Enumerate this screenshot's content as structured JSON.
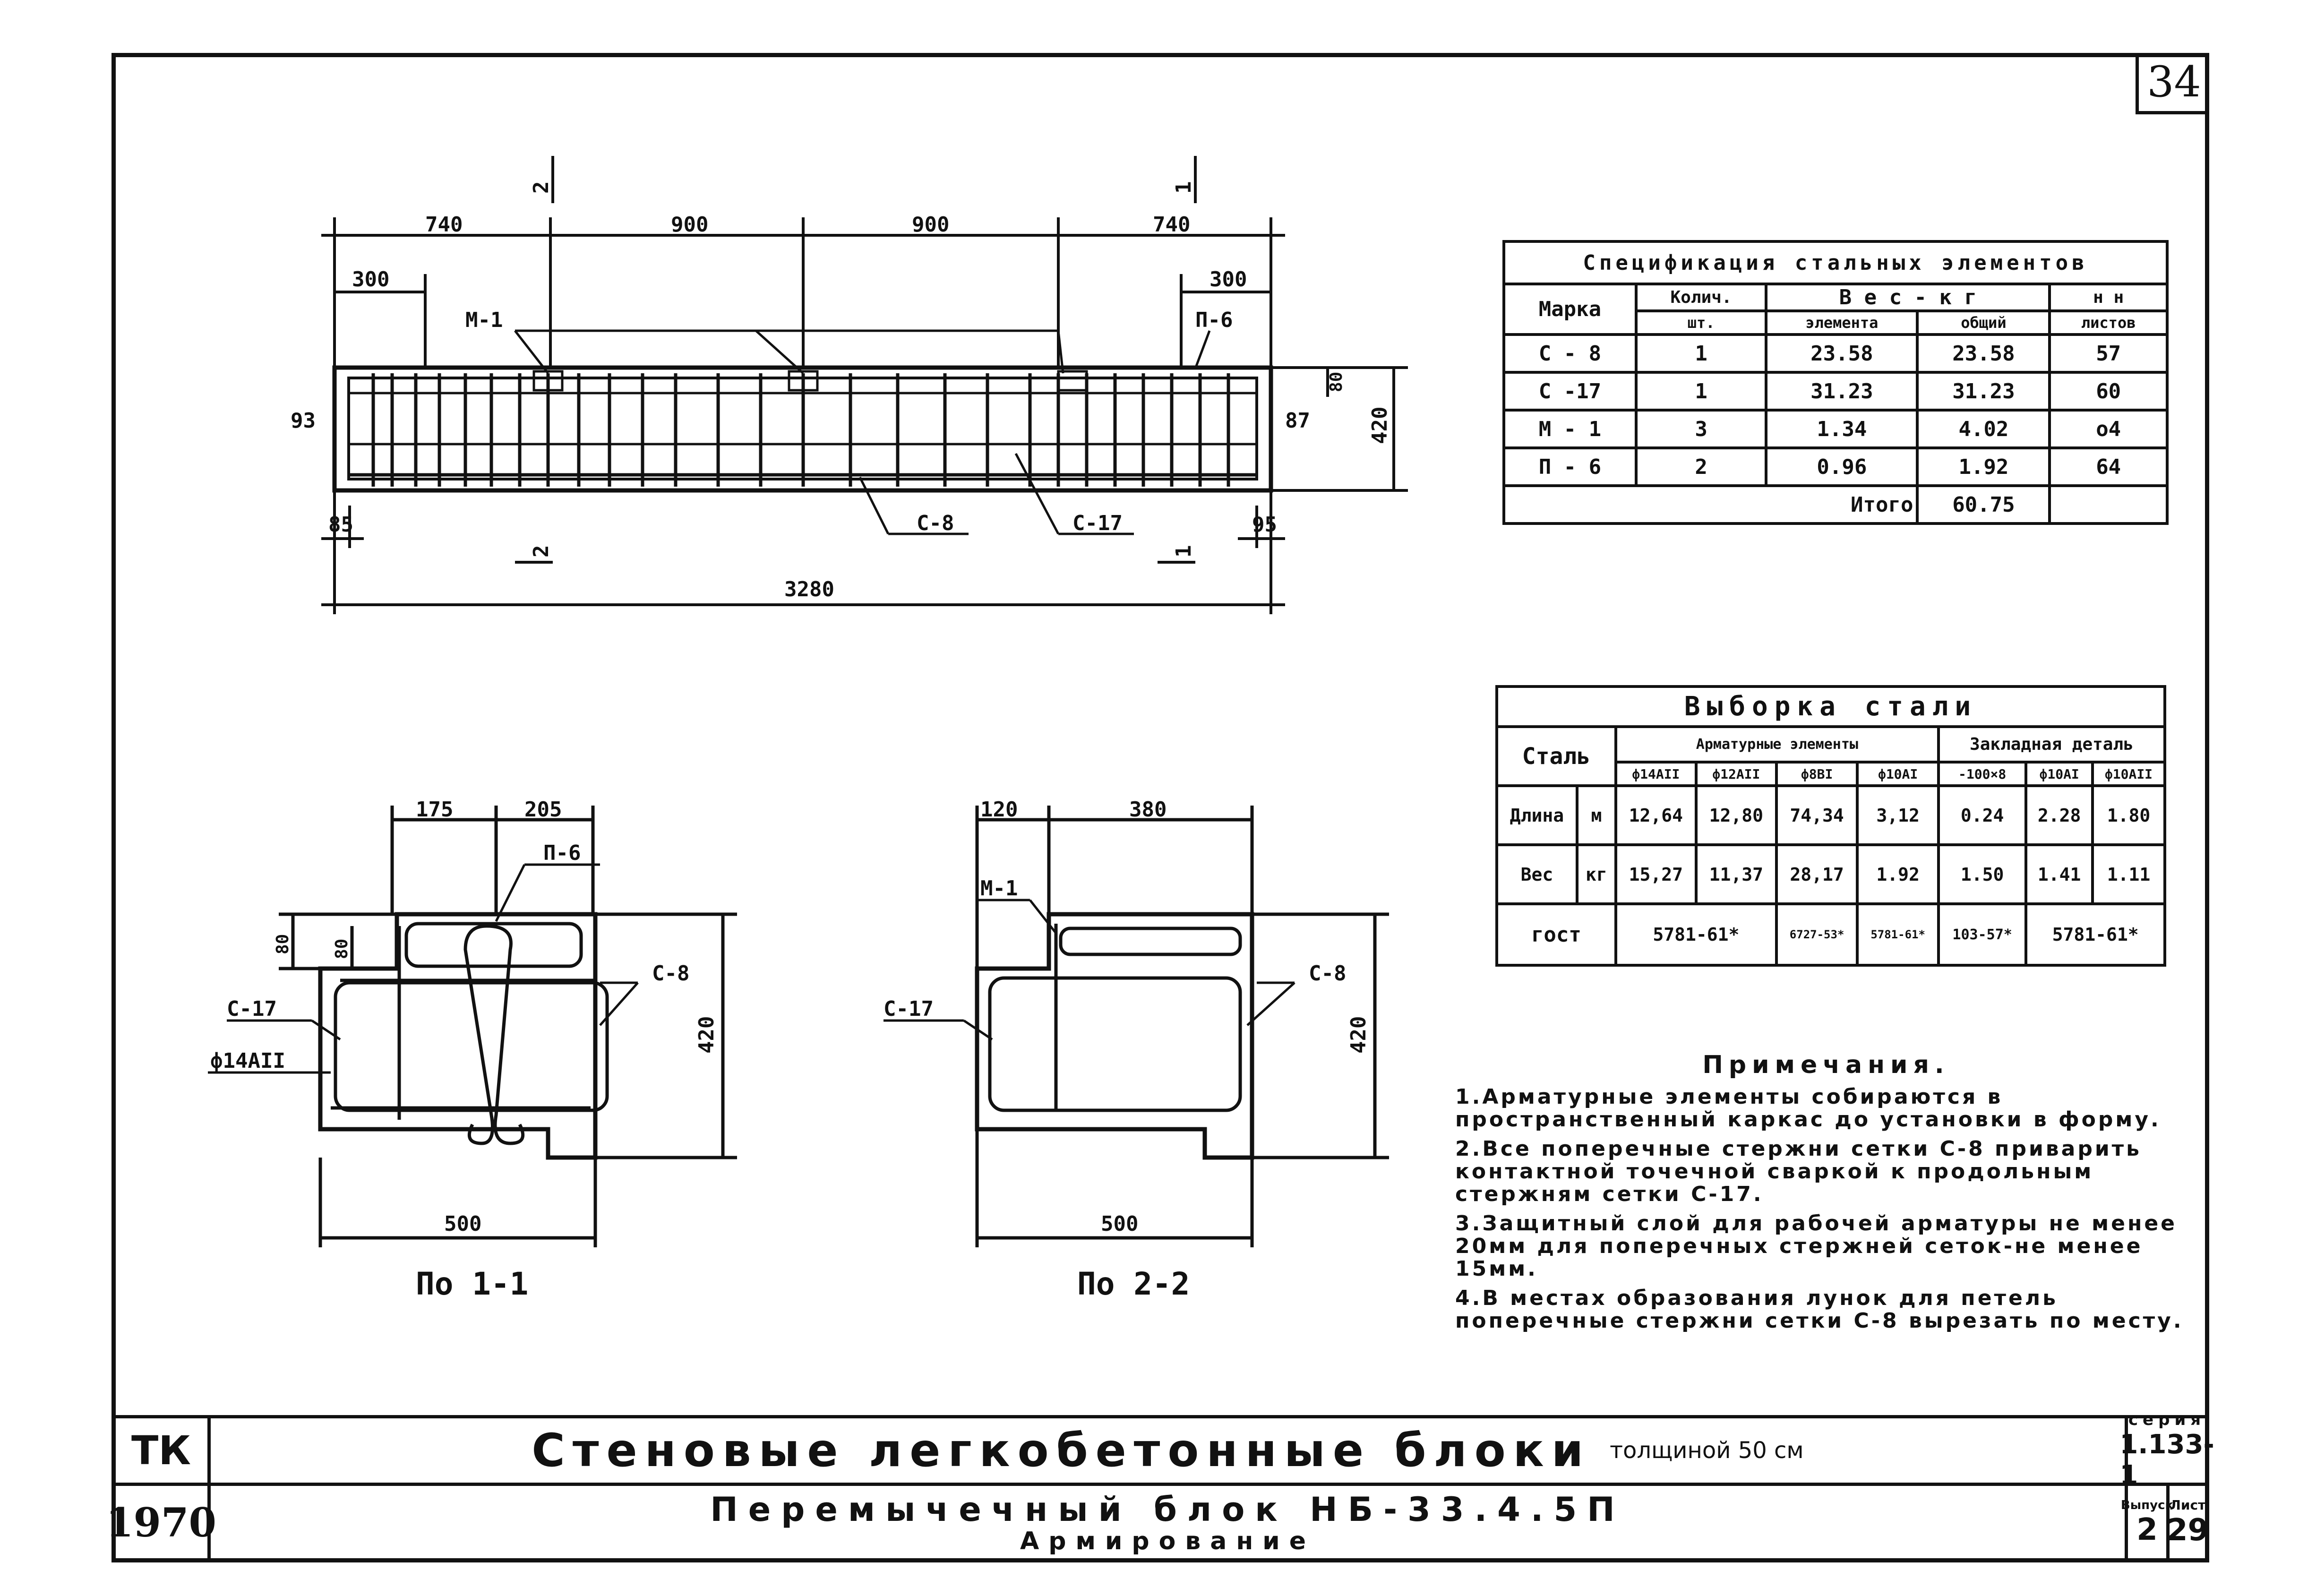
{
  "sheet_number": "34",
  "spec_table": {
    "title": "Спецификация стальных элементов",
    "headers": {
      "mark": "Марка",
      "qty": "Колич.",
      "qty_unit": "шт.",
      "weight": "В е с - к г",
      "weight_element": "элемента",
      "weight_total": "общий",
      "sheets": "н н",
      "sheets_sub": "листов"
    },
    "rows": [
      {
        "mark": "С - 8",
        "qty": "1",
        "el": "23.58",
        "total": "23.58",
        "sheet": "57"
      },
      {
        "mark": "С -17",
        "qty": "1",
        "el": "31.23",
        "total": "31.23",
        "sheet": "60"
      },
      {
        "mark": "М - 1",
        "qty": "3",
        "el": "1.34",
        "total": "4.02",
        "sheet": "о4"
      },
      {
        "mark": "П - 6",
        "qty": "2",
        "el": "0.96",
        "total": "1.92",
        "sheet": "64"
      }
    ],
    "total_label": "Итого",
    "total_value": "60.75"
  },
  "steel_table": {
    "title": "Выборка стали",
    "col_steel": "Сталь",
    "group_rebar": "Арматурные элементы",
    "group_embedded": "Закладная деталь",
    "subheaders": [
      "ф14АII",
      "ф12АII",
      "ф8ВI",
      "ф10АI",
      "-100×8",
      "ф10АI",
      "ф10АII"
    ],
    "rows": [
      {
        "label": "Длина",
        "unit": "м",
        "values": [
          "12,64",
          "12,80",
          "74,34",
          "3,12",
          "0.24",
          "2.28",
          "1.80"
        ]
      },
      {
        "label": "Вес",
        "unit": "кг",
        "values": [
          "15,27",
          "11,37",
          "28,17",
          "1.92",
          "1.50",
          "1.41",
          "1.11"
        ]
      }
    ],
    "gost_label": "гост",
    "gost_values": [
      "5781-61*",
      "6727-53*",
      "5781-61*",
      "103-57*",
      "5781-61*"
    ]
  },
  "notes": {
    "title": "Примечания.",
    "items": [
      "1.Арматурные элементы собираются в пространственный каркас до установки в форму.",
      "2.Все поперечные стержни сетки С-8 приварить контактной точечной сваркой к продольным стержням сетки С-17.",
      "3.Защитный слой для рабочей арматуры не менее 20мм для поперечных стержней сеток-не менее 15мм.",
      "4.В местах образования лунок для петель поперечные стержни сетки С-8 вырезать по месту."
    ]
  },
  "elevation": {
    "dims_top": [
      "740",
      "900",
      "900",
      "740"
    ],
    "dims_end": [
      "300",
      "300"
    ],
    "dim_total": "3280",
    "dim_left": "85",
    "dim_right": "95",
    "dim_side_left": "93",
    "dim_side_right": "87",
    "dim_height": "420",
    "dim_top_cover": "80",
    "labels": [
      "М-1",
      "П-6",
      "С-8",
      "С-17"
    ],
    "section_marks": [
      "2",
      "2",
      "1",
      "1"
    ]
  },
  "section1": {
    "title": "По 1-1",
    "dims": [
      "175",
      "205",
      "500",
      "420",
      "80",
      "80"
    ],
    "labels": [
      "П-6",
      "С-8",
      "С-17",
      "ф14АII"
    ]
  },
  "section2": {
    "title": "По 2-2",
    "dims": [
      "120",
      "380",
      "500",
      "420"
    ],
    "labels": [
      "М-1",
      "С-8",
      "С-17"
    ]
  },
  "stamp": {
    "org": "ТК",
    "year": "1970",
    "title": "Стеновые легкобетонные блоки",
    "title_suffix": "толщиной 50 см",
    "subtitle": "Перемычечный блок НБ-33.4.5П",
    "subtitle2": "Армирование",
    "series_label": "серия",
    "series": "1.133-1",
    "issue_label": "Выпуск",
    "issue": "2",
    "sheet_label": "Лист",
    "sheet": "29"
  }
}
